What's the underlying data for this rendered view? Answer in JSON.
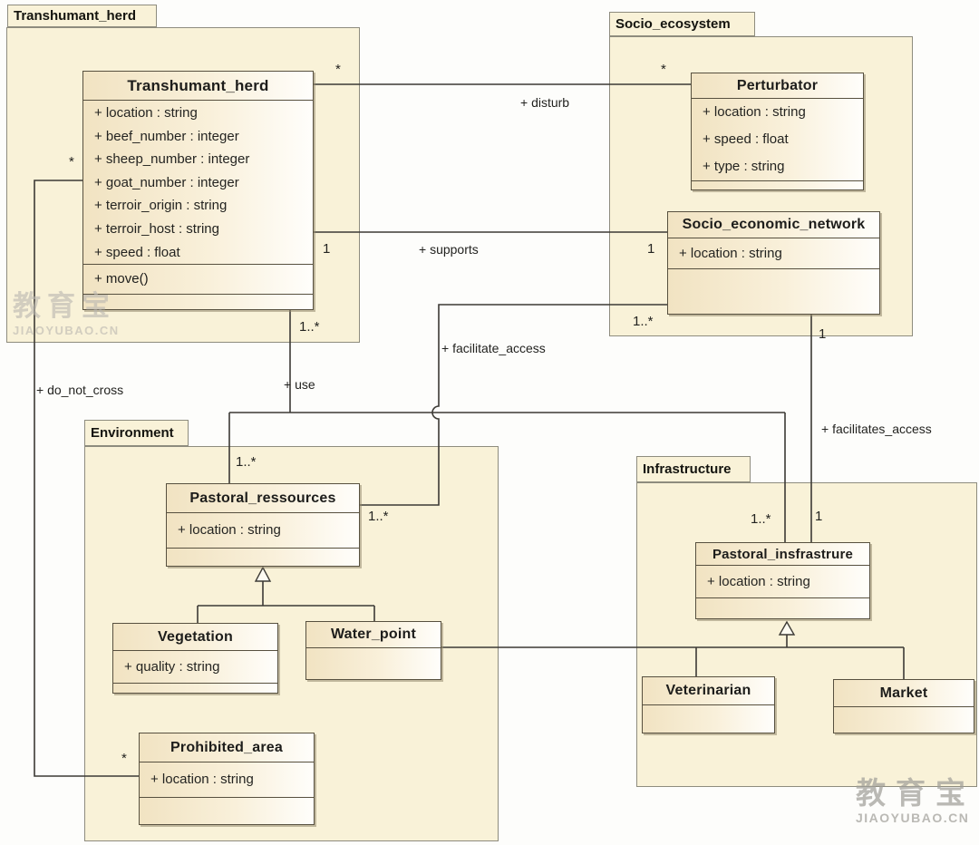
{
  "packages": {
    "transhumant_herd": {
      "label": "Transhumant_herd"
    },
    "socio_ecosystem": {
      "label": "Socio_ecosystem"
    },
    "environment": {
      "label": "Environment"
    },
    "infrastructure": {
      "label": "Infrastructure"
    }
  },
  "classes": {
    "transhumant_herd": {
      "name": "Transhumant_herd",
      "attributes": [
        "+ location : string",
        "+ beef_number : integer",
        "+ sheep_number : integer",
        "+ goat_number : integer",
        "+ terroir_origin : string",
        "+ terroir_host : string",
        "+ speed : float"
      ],
      "methods": [
        "+ move()"
      ]
    },
    "perturbator": {
      "name": "Perturbator",
      "attributes": [
        "+ location : string",
        "+ speed : float",
        "+ type : string"
      ]
    },
    "socio_economic_network": {
      "name": "Socio_economic_network",
      "attributes": [
        "+ location : string"
      ]
    },
    "pastoral_ressources": {
      "name": "Pastoral_ressources",
      "attributes": [
        "+ location : string"
      ]
    },
    "vegetation": {
      "name": "Vegetation",
      "attributes": [
        "+ quality : string"
      ]
    },
    "water_point": {
      "name": "Water_point",
      "attributes": []
    },
    "prohibited_area": {
      "name": "Prohibited_area",
      "attributes": [
        "+ location : string"
      ]
    },
    "pastoral_insfrastrure": {
      "name": "Pastoral_insfrastrure",
      "attributes": [
        "+ location : string"
      ]
    },
    "veterinarian": {
      "name": "Veterinarian",
      "attributes": []
    },
    "market": {
      "name": "Market",
      "attributes": []
    }
  },
  "associations": {
    "disturb": {
      "label": "+ disturb",
      "herd_mult": "*",
      "perturbator_mult": "*"
    },
    "supports": {
      "label": "+ supports",
      "herd_mult": "1",
      "network_mult": "1"
    },
    "use": {
      "label": "+ use",
      "herd_mult": "1..*",
      "ressources_mult": "1..*",
      "infrastructure_mult": "1..*"
    },
    "facilitate_access": {
      "label": "+ facilitate_access",
      "network_mult": "1..*",
      "ressources_mult": "1..*"
    },
    "facilitates_access": {
      "label": "+ facilitates_access",
      "network_mult": "1",
      "infrastructure_mult": "1"
    },
    "do_not_cross": {
      "label": "+ do_not_cross",
      "herd_mult": "*",
      "area_mult": "*"
    }
  },
  "watermark": {
    "cn": "教育宝",
    "latin": "JIAOYUBAO.CN"
  },
  "colors": {
    "package_fill": "#f9f2d8",
    "package_border": "#8e8c7e",
    "class_border": "#57503f",
    "class_fill_left": "#f1e3c2",
    "class_fill_right": "#fffefb",
    "line": "#3c3a35",
    "text": "#1d1d1b"
  }
}
